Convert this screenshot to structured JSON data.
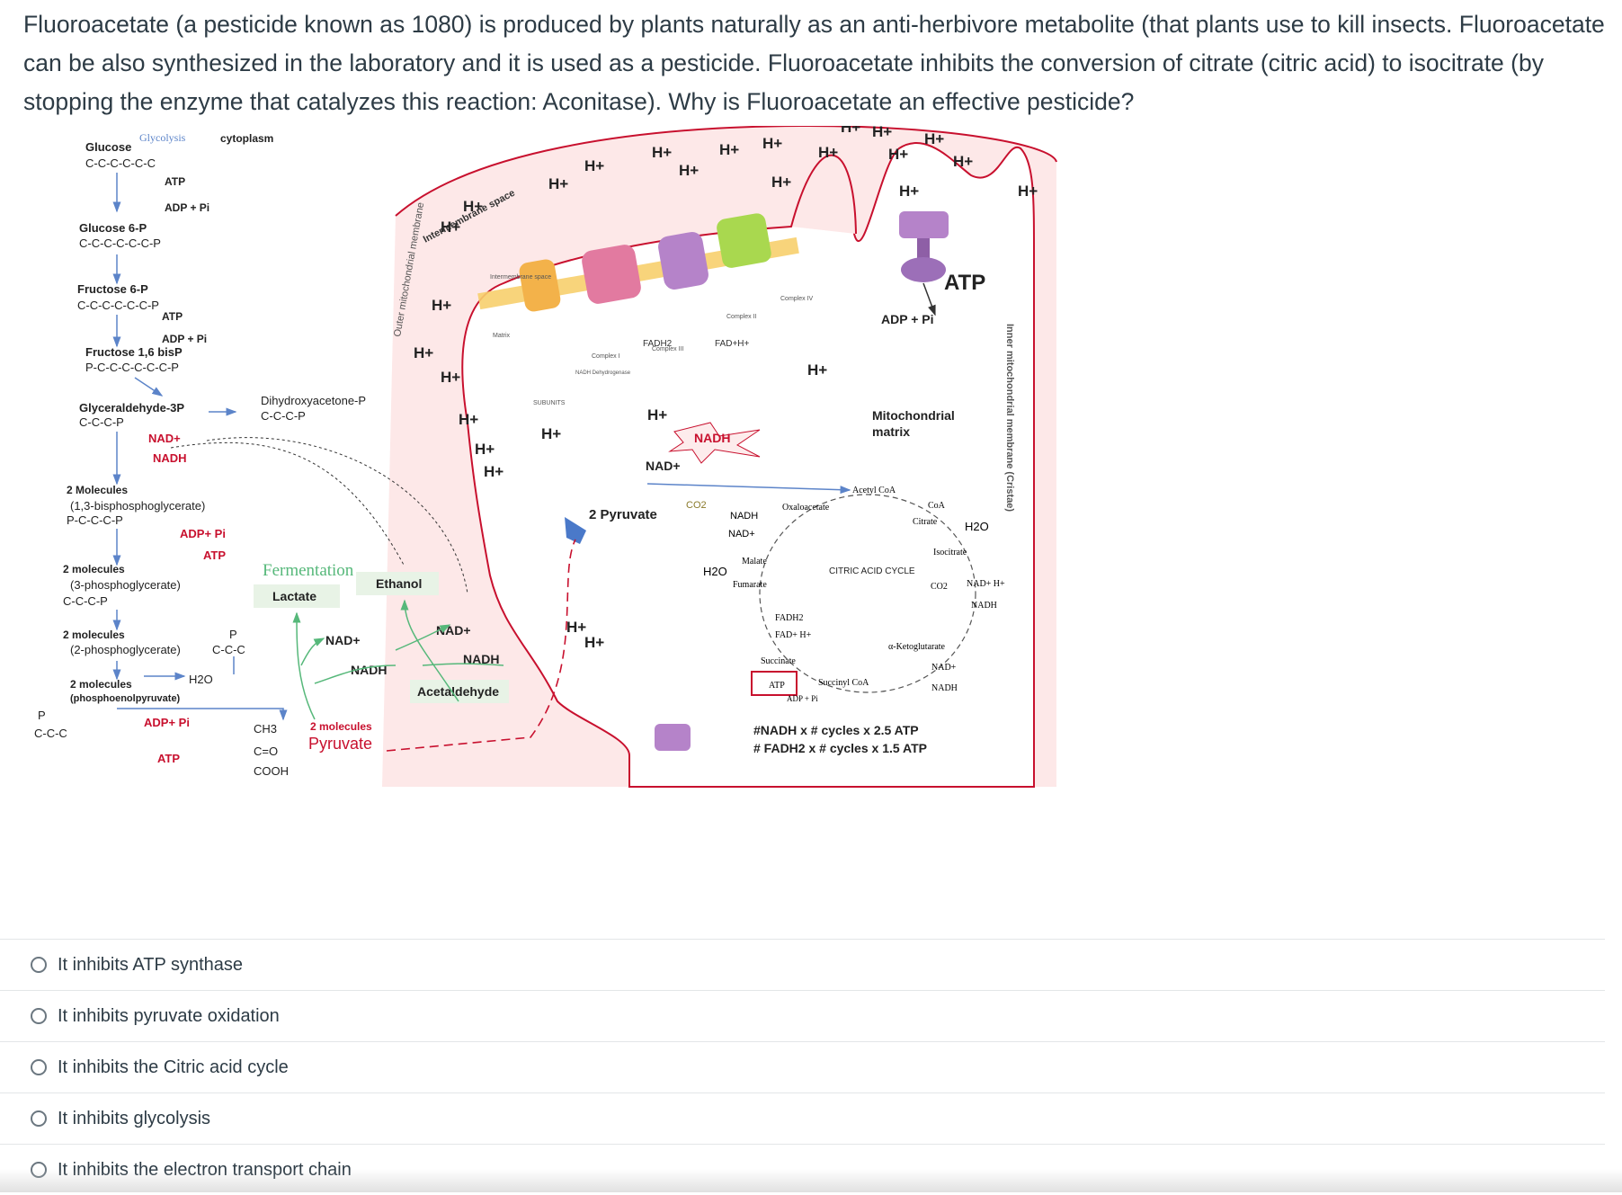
{
  "question": {
    "text": "Fluoroacetate (a pesticide known as 1080) is produced by plants naturally as an anti-herbivore metabolite (that plants use to kill insects. Fluoroacetate can be also synthesized in the laboratory and it is used as a pesticide. Fluoroacetate inhibits the conversion of citrate (citric acid) to isocitrate (by stopping the enzyme that catalyzes this reaction: Aconitase). Why is Fluoroacetate an effective pesticide?"
  },
  "diagram": {
    "glycolysis": "Glycolysis",
    "cytoplasm": "cytoplasm",
    "glucose": "Glucose",
    "glucose_chain": "C-C-C-C-C-C",
    "atp": "ATP",
    "adp_pi": "ADP + Pi",
    "glucose6p": "Glucose 6-P",
    "glucose6p_chain": "C-C-C-C-C-C-P",
    "fructose6p": "Fructose 6-P",
    "fructose6p_chain": "C-C-C-C-C-C-P",
    "fructose16": "Fructose 1,6 bisP",
    "fructose16_chain": "P-C-C-C-C-C-C-P",
    "g3p": "Glyceraldehyde-3P",
    "g3p_chain": "C-C-C-P",
    "dhap": "Dihydroxyacetone-P",
    "dhap_chain": "C-C-C-P",
    "nad_plus": "NAD+",
    "nadh": "NADH",
    "two": "2",
    "bpg_count": "2   Molecules",
    "bpg_name": "(1,3-bisphosphoglycerate)",
    "bpg_chain": "P-C-C-C-P",
    "adp_pi_short": "ADP+ Pi",
    "pg3_count": "2 molecules",
    "pg3_name": "(3-phosphoglycerate)",
    "pg3_chain": "C-C-C-P",
    "pg2_count": "2 molecules",
    "pg2_name": "(2-phosphoglycerate)",
    "pg2_chain": "C-C-C",
    "p_letter": "P",
    "h2o": "H2O",
    "pep_count": "2 molecules",
    "pep_name": "(phosphoenolpyruvate)",
    "pep_chain": "C-C-C",
    "ch3": "CH3",
    "co": "C=O",
    "cooh": "COOH",
    "pyruvate_count": "2 molecules",
    "pyruvate": "Pyruvate",
    "fermentation": "Fermentation",
    "lactate": "Lactate",
    "ethanol": "Ethanol",
    "acetaldehyde": "Acetaldehyde",
    "outer_membrane": "Outer mitochondrial membrane",
    "intermembrane": "Intermembrane space",
    "h_plus": "H+",
    "h_plus_alt": "H+",
    "atp_big": "ATP",
    "mito_matrix_1": "Mitochondrial",
    "mito_matrix_2": "matrix",
    "inner_membrane": "Inner mitochondrial membrane (Cristae)",
    "pyruvate_2": "2 Pyruvate",
    "co2": "CO2",
    "acetyl_coa": "Acetyl CoA",
    "coa": "CoA",
    "oxaloacetate": "Oxaloacetate",
    "citrate": "Citrate",
    "isocitrate": "Isocitrate",
    "cac": "CITRIC ACID CYCLE",
    "malate": "Malate",
    "fumarate": "Fumarate",
    "fadh2": "FADH2",
    "fad_h": "FAD+ H+",
    "succinate": "Succinate",
    "succinyl_coa": "Succinyl CoA",
    "aketo": "α-Ketoglutarate",
    "adp_pi_cyc": "ADP + Pi",
    "nadh_nad_h": "NAD+   H+",
    "formula1": "#NADH x # cycles x 2.5 ATP",
    "formula2": "# FADH2 x # cycles x 1.5 ATP",
    "etc_complex1": "Complex I",
    "etc_nadh_dh": "NADH Dehydrogenase",
    "etc_complex2": "Complex II",
    "etc_complex3": "Complex III",
    "etc_complex4": "Complex IV",
    "etc_fadh2": "FADH2",
    "etc_fad": "FAD+H+",
    "etc_subunits": "SUBUNITS",
    "etc_matrix": "Matrix",
    "etc_intermembrane": "Intermembrane space"
  },
  "options": [
    {
      "label": "It inhibits ATP synthase"
    },
    {
      "label": "It inhibits pyruvate oxidation"
    },
    {
      "label": "It inhibits the Citric acid cycle"
    },
    {
      "label": "It inhibits glycolysis"
    },
    {
      "label": "It inhibits the electron transport chain"
    }
  ],
  "colors": {
    "text": "#2d3b45",
    "membrane_fill": "#fde8e8",
    "membrane_stroke": "#c8102e",
    "arrow_blue": "#5c84c9",
    "arrow_green": "#56b87a",
    "fermentation_box": "#e8f3e6",
    "etc_purple": "#b583c9",
    "etc_pink": "#e27aa0",
    "etc_orange": "#f3b24a",
    "etc_green": "#a9d84f"
  }
}
